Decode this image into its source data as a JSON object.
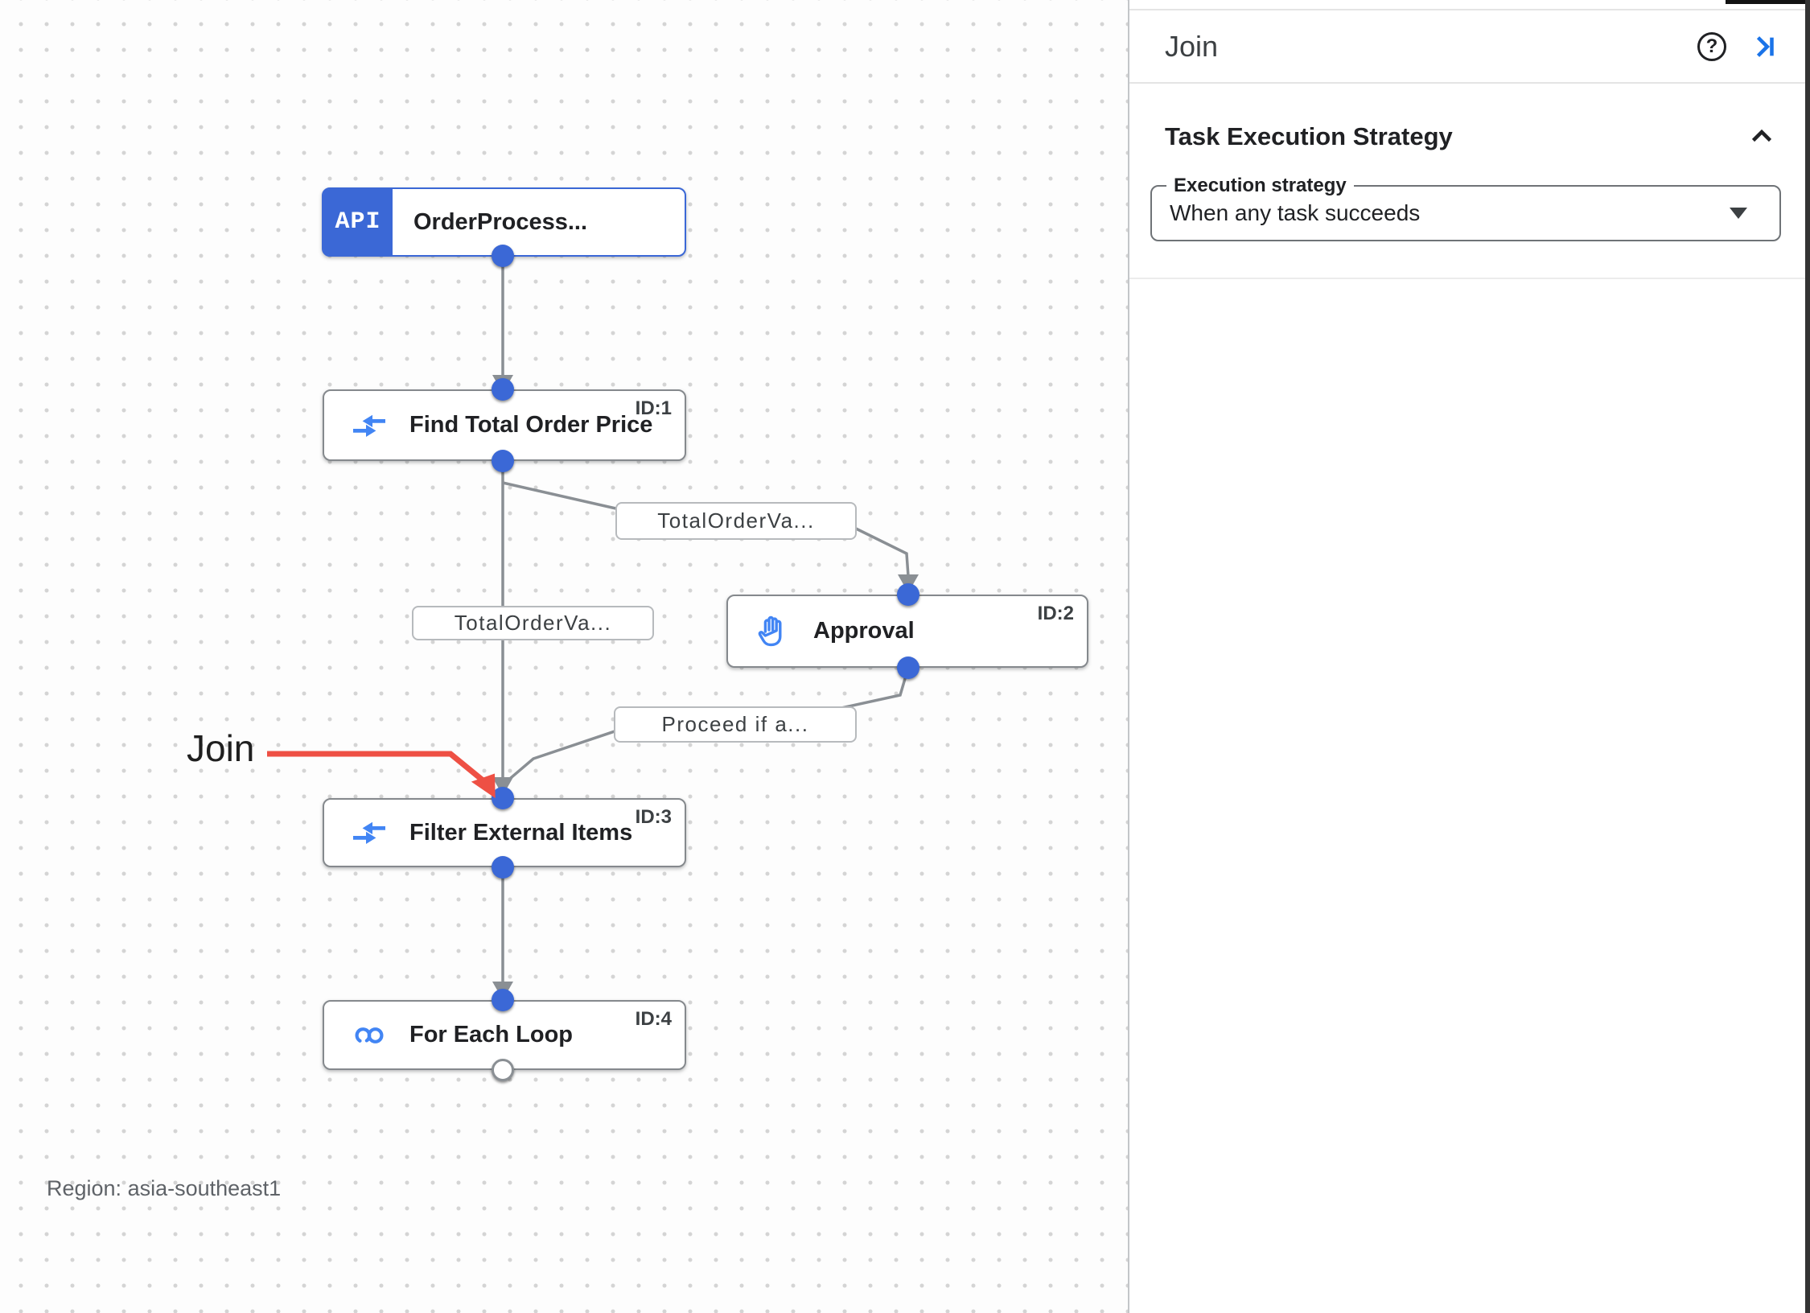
{
  "canvas": {
    "trigger_badge": "API",
    "nodes": [
      {
        "title": "OrderProcess...",
        "id": "",
        "icon": "api-trigger-icon"
      },
      {
        "title": "Find Total Order Price",
        "id": "ID:1",
        "icon": "data-mapping-icon"
      },
      {
        "title": "Approval",
        "id": "ID:2",
        "icon": "approval-hand-icon"
      },
      {
        "title": "Filter External Items",
        "id": "ID:3",
        "icon": "data-mapping-icon"
      },
      {
        "title": "For Each Loop",
        "id": "ID:4",
        "icon": "loop-icon"
      }
    ],
    "edge_labels": [
      {
        "text": "TotalOrderVa..."
      },
      {
        "text": "TotalOrderVa..."
      },
      {
        "text": "Proceed if a..."
      }
    ],
    "annotation": {
      "label": "Join"
    },
    "region_label": "Region: asia-southeast1"
  },
  "panel": {
    "title": "Join",
    "help_icon": "?",
    "section": {
      "heading": "Task Execution Strategy"
    },
    "execution_strategy": {
      "label": "Execution strategy",
      "value": "When any task succeeds"
    }
  },
  "colors": {
    "node_blue": "#3b68d6",
    "icon_blue": "#4285f4",
    "edge_gray": "#8a8f94",
    "accent_blue": "#1a73e8",
    "annotation_red": "#ee5044"
  }
}
